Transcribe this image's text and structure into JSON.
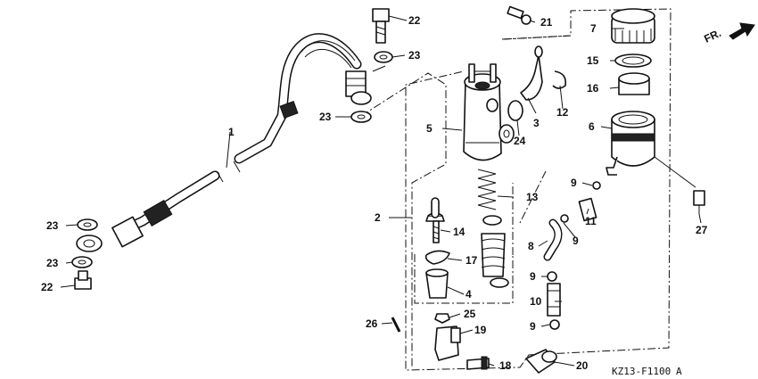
{
  "diagram": {
    "direction_label": "FR.",
    "drawing_code": "KZ13-F1100",
    "drawing_suffix": "A",
    "callouts": {
      "c1": "1",
      "c2": "2",
      "c3": "3",
      "c4": "4",
      "c5": "5",
      "c6": "6",
      "c7": "7",
      "c8": "8",
      "c9a": "9",
      "c9b": "9",
      "c9c": "9",
      "c9d": "9",
      "c10": "10",
      "c11": "11",
      "c12": "12",
      "c13": "13",
      "c14": "14",
      "c15": "15",
      "c16": "16",
      "c17": "17",
      "c18": "18",
      "c19": "19",
      "c20": "20",
      "c21": "21",
      "c22a": "22",
      "c22b": "22",
      "c23a": "23",
      "c23b": "23",
      "c23c": "23",
      "c23d": "23",
      "c24": "24",
      "c25": "25",
      "c26": "26",
      "c27": "27"
    }
  }
}
